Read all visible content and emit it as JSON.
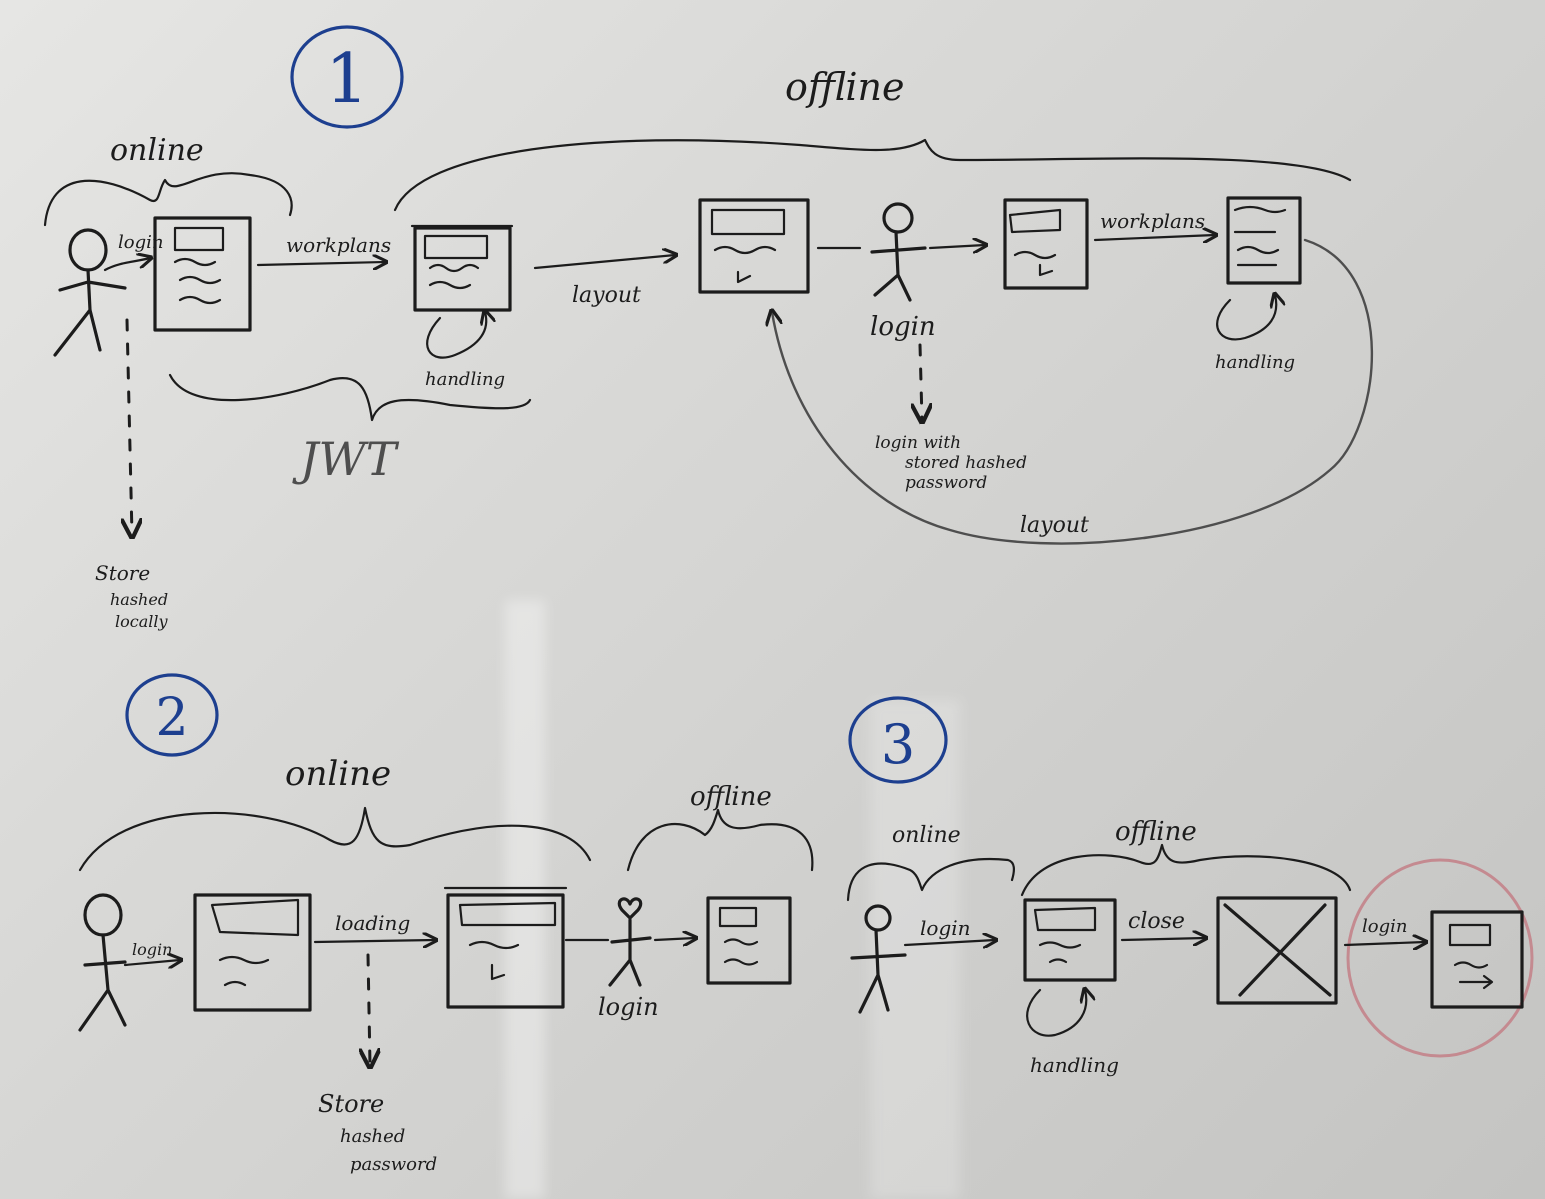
{
  "section_numbers": [
    "1",
    "2",
    "3"
  ],
  "diagram1": {
    "online_label": "online",
    "offline_label": "offline",
    "login_label": "login",
    "workplans_label_1": "workplans",
    "workplans_label_2": "workplans",
    "layout_label_1": "layout",
    "layout_label_2": "layout",
    "handling_label_1": "handling",
    "handling_label_2": "handling",
    "jwt_label": "JWT",
    "login_label_2": "login",
    "login_with_line1": "login with",
    "login_with_line2": "stored hashed",
    "login_with_line3": "password",
    "store_line1": "Store",
    "store_line2": "hashed",
    "store_line3": "locally"
  },
  "diagram2": {
    "online_label": "online",
    "offline_label": "offline",
    "login_label": "login",
    "loading_label": "loading",
    "login_label_2": "login",
    "store_line1": "Store",
    "store_line2": "hashed",
    "store_line3": "password"
  },
  "diagram3": {
    "online_label": "online",
    "offline_label": "offline",
    "login_label": "login",
    "close_label": "close",
    "handling_label": "handling",
    "login_label_2": "login"
  },
  "colors": {
    "ink": "#1c1c1c",
    "blue_marker": "#1d3f8f",
    "pink_marker": "#c48a90",
    "board": "#d9d9d7"
  }
}
